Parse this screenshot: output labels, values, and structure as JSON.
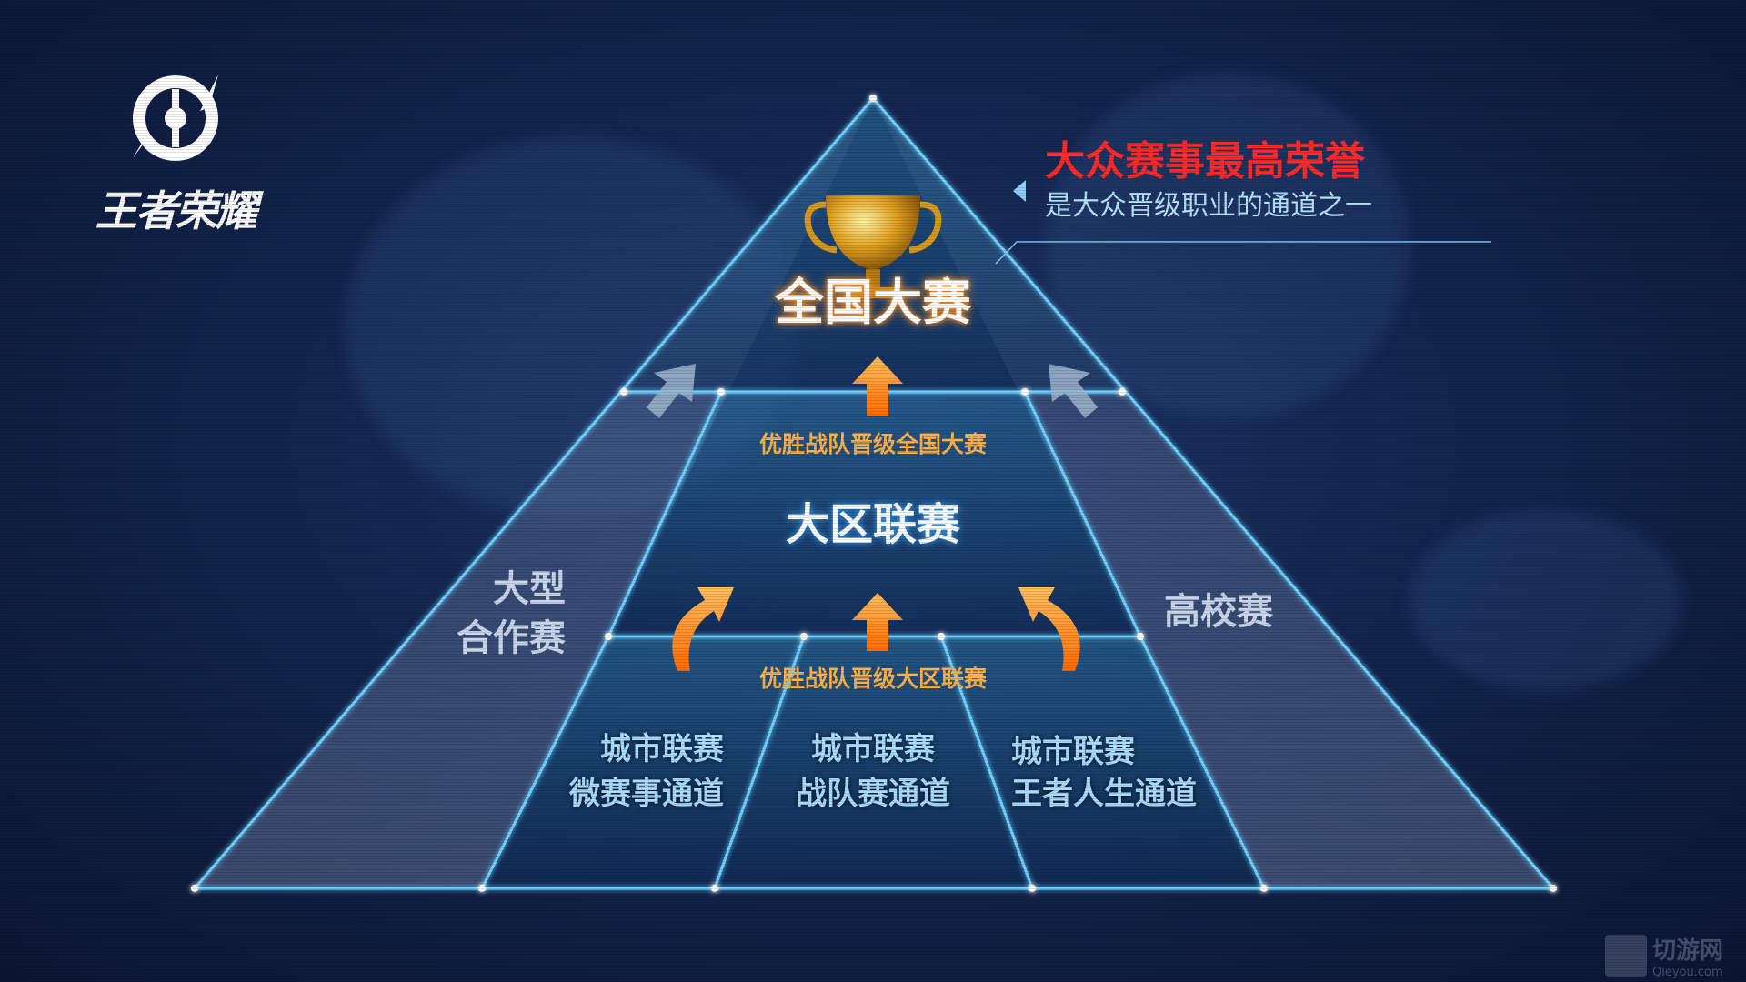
{
  "brand": {
    "logo_text": "王者荣耀"
  },
  "callout": {
    "title": "大众赛事最高荣誉",
    "subtitle": "是大众晋级职业的通道之一",
    "title_color": "#ff2a2a"
  },
  "tiers": {
    "top": {
      "label": "全国大赛"
    },
    "middle": {
      "label": "大区联赛",
      "promotion": "优胜战队晋级全国大赛"
    },
    "bottom": {
      "promotion": "优胜战队晋级大区联赛",
      "channels": [
        {
          "line1": "城市联赛",
          "line2": "微赛事通道"
        },
        {
          "line1": "城市联赛",
          "line2": "战队赛通道"
        },
        {
          "line1": "城市联赛",
          "line2": "王者人生通道"
        }
      ]
    }
  },
  "side": {
    "left_line1": "大型",
    "left_line2": "合作赛",
    "right": "高校赛"
  },
  "watermark": {
    "name": "切游网",
    "url": "Qieyou.com"
  }
}
